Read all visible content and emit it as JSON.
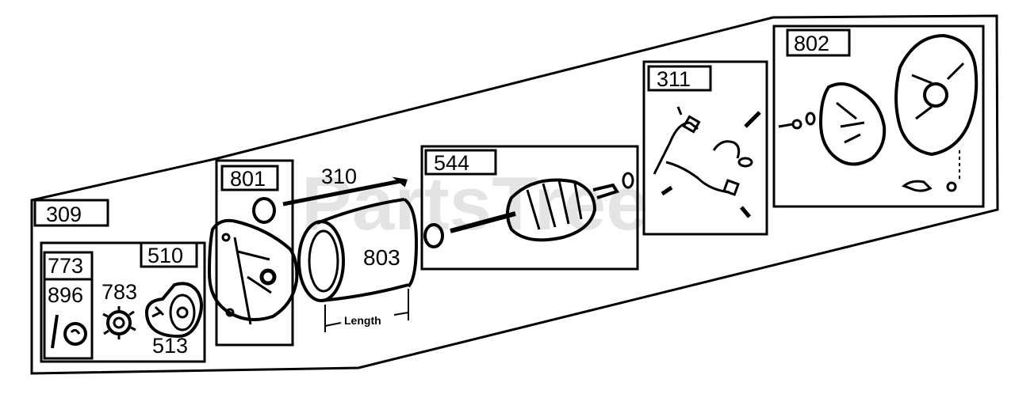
{
  "diagram": {
    "watermark": "PartsTree",
    "length_label": "Length",
    "parts": {
      "p309": "309",
      "p310": "310",
      "p311": "311",
      "p510": "510",
      "p513": "513",
      "p544": "544",
      "p773": "773",
      "p783": "783",
      "p801": "801",
      "p802": "802",
      "p803": "803",
      "p896": "896"
    }
  }
}
